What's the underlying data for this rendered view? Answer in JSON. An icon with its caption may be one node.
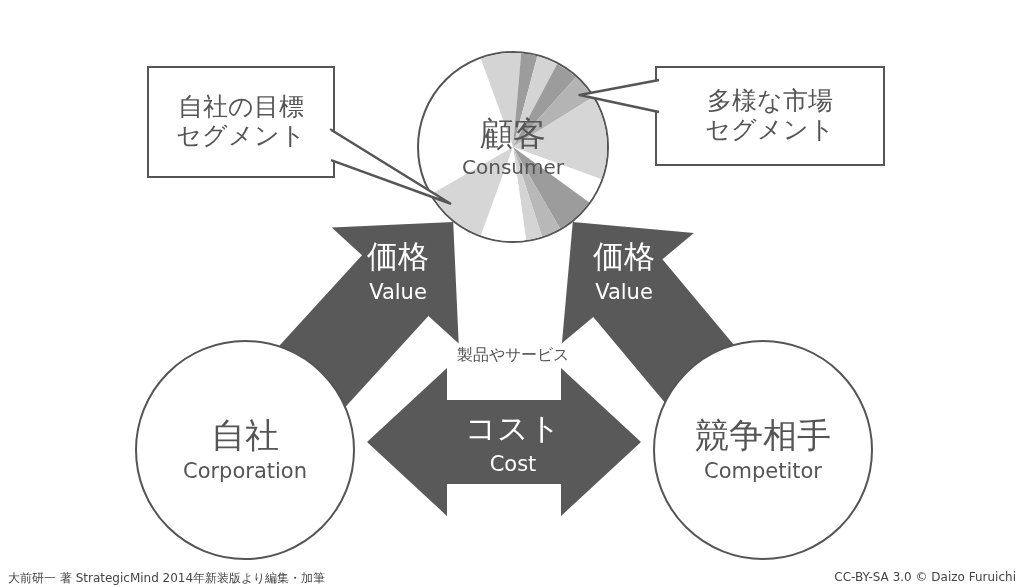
{
  "diagram": {
    "nodes": [
      {
        "text": [
          "顧客",
          "Consumer"
        ]
      },
      {
        "text": [
          "自社の目標セグメント"
        ]
      },
      {
        "text": [
          "多様な市場セグメント"
        ]
      },
      {
        "text": [
          "自社",
          "Corporation"
        ]
      },
      {
        "text": [
          "競争相手",
          "Competitor"
        ]
      }
    ],
    "edges": [
      {
        "from": 1,
        "to": 0,
        "arrow": "none"
      },
      {
        "from": 2,
        "to": 0,
        "arrow": "none"
      },
      {
        "from": 3,
        "to": 0,
        "arrow": "to",
        "label": "価格 Value",
        "style": "thick"
      },
      {
        "from": 4,
        "to": 0,
        "arrow": "to",
        "label": "価格 Value",
        "style": "thick"
      },
      {
        "from": 3,
        "to": 4,
        "arrow": "both",
        "label": "コスト Cost",
        "style": "thick"
      }
    ],
    "labels": [
      "製品やサービス",
      "大前研一 著 StrategicMind 2014年新装版より編集・加筆",
      "CC-BY-SA 3.0 © Daizo Furuichi"
    ]
  }
}
